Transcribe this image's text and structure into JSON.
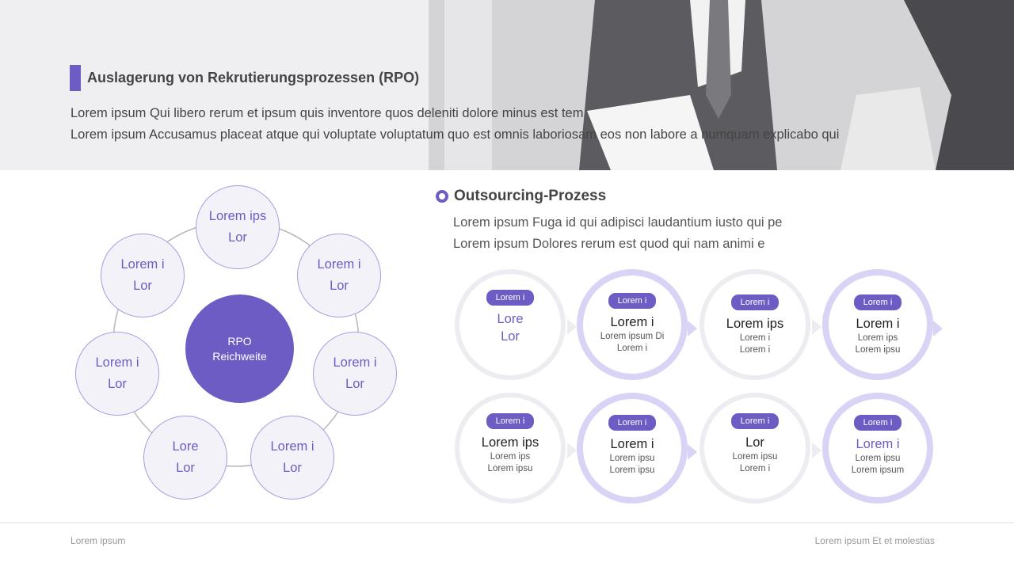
{
  "header": {
    "title": "Auslagerung von Rekrutierungsprozessen (RPO)",
    "line1": "Lorem ipsum Qui libero rerum et ipsum quis inventore quos deleniti dolore minus est tem",
    "line2": "Lorem ipsum Accusamus placeat atque qui voluptate voluptatum quo est omnis laboriosam eos non labore a numquam explicabo qui"
  },
  "wheel": {
    "hub": {
      "line1": "RPO",
      "line2": "Reichweite"
    },
    "petals": [
      {
        "line1": "Lorem ips",
        "line2": "Lor"
      },
      {
        "line1": "Lorem i",
        "line2": "Lor"
      },
      {
        "line1": "Lorem i",
        "line2": "Lor"
      },
      {
        "line1": "Lorem i",
        "line2": "Lor"
      },
      {
        "line1": "Lorem i",
        "line2": "Lor"
      },
      {
        "line1": "Lore",
        "line2": "Lor"
      },
      {
        "line1": "Lorem i",
        "line2": "Lor"
      }
    ]
  },
  "section": {
    "title": "Outsourcing-Prozess",
    "line1": "Lorem ipsum Fuga id qui adipisci laudantium iusto qui pe",
    "line2": "Lorem ipsum Dolores rerum est quod qui nam animi e"
  },
  "steps": [
    {
      "badge": "Lorem i",
      "main": "Lore",
      "main2": "Lor",
      "sub1": "",
      "sub2": ""
    },
    {
      "badge": "Lorem i",
      "main": "Lorem i",
      "main2": "",
      "sub1": "Lorem ipsum Di",
      "sub2": "Lorem i"
    },
    {
      "badge": "Lorem i",
      "main": "Lorem ips",
      "main2": "",
      "sub1": "Lorem i",
      "sub2": "Lorem i"
    },
    {
      "badge": "Lorem i",
      "main": "Lorem i",
      "main2": "",
      "sub1": "Lorem ips",
      "sub2": "Lorem ipsu"
    },
    {
      "badge": "Lorem i",
      "main": "Lorem ips",
      "main2": "",
      "sub1": "Lorem ips",
      "sub2": "Lorem ipsu"
    },
    {
      "badge": "Lorem i",
      "main": "Lorem i",
      "main2": "",
      "sub1": "Lorem ipsu",
      "sub2": "Lorem ipsu"
    },
    {
      "badge": "Lorem i",
      "main": "Lor",
      "main2": "",
      "sub1": "Lorem ipsu",
      "sub2": "Lorem i"
    },
    {
      "badge": "Lorem i",
      "main": "Lorem i",
      "main2": "",
      "sub1": "Lorem ipsu",
      "sub2": "Lorem ipsum"
    }
  ],
  "footer": {
    "left": "Lorem ipsum",
    "right": "Lorem ipsum Et et molestias"
  },
  "colors": {
    "accent": "#6d5cc4",
    "petal_fill": "#f3f2f8",
    "ring_light": "#d9d3f5",
    "ring_grey": "#ececf1"
  }
}
